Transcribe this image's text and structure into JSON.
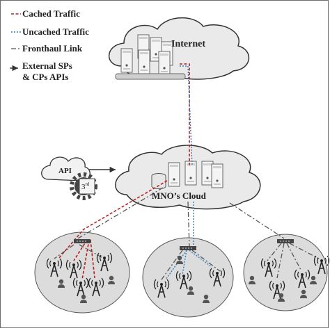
{
  "legend": {
    "cached": "Cached Traffic",
    "uncached": "Uncached Traffic",
    "fronthaul": "Fronthaul Link",
    "apis_line1": "External SPs",
    "apis_line2": "& CPs APIs"
  },
  "clouds": {
    "internet": "Internet",
    "mno": "MNO’s Cloud"
  },
  "api": {
    "label": "API",
    "third_base": "3",
    "third_sup": "rd"
  },
  "colors": {
    "cached": "#b22222",
    "uncached": "#2f7fc0",
    "fronthaul": "#555555",
    "cloud_fill": "#eaeaea",
    "cell_fill": "#dcdcdc"
  },
  "icons": [
    "server-icon",
    "database-icon",
    "switch-icon",
    "tower-icon",
    "user-icon",
    "gear-icon"
  ]
}
